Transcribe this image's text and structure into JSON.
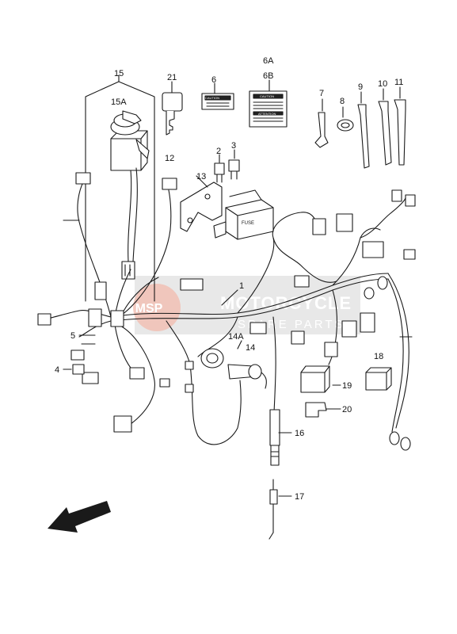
{
  "diagram": {
    "callouts": {
      "c1": "1",
      "c2": "2",
      "c3": "3",
      "c4": "4",
      "c5": "5",
      "c6": "6",
      "c6a": "6A",
      "c6b": "6B",
      "c7": "7",
      "c8": "8",
      "c9": "9",
      "c10": "10",
      "c11": "11",
      "c12": "12",
      "c13": "13",
      "c14": "14",
      "c14a": "14A",
      "c15": "15",
      "c15a": "15A",
      "c16": "16",
      "c17": "17",
      "c18": "18",
      "c19": "19",
      "c20": "20",
      "c21": "21"
    },
    "labels": {
      "caution_6": "CAUTION",
      "caution_6b": "CAUTION",
      "attention_6b": "ATTENTION",
      "fuse_box": "FUSE"
    },
    "watermark": {
      "line1": "MOTORCYCLE",
      "line2": "SPARE PARTS",
      "logo": "MSP"
    },
    "colors": {
      "line": "#1a1a1a",
      "watermark": "#d0d0d0",
      "logo": "#e5563a"
    }
  }
}
